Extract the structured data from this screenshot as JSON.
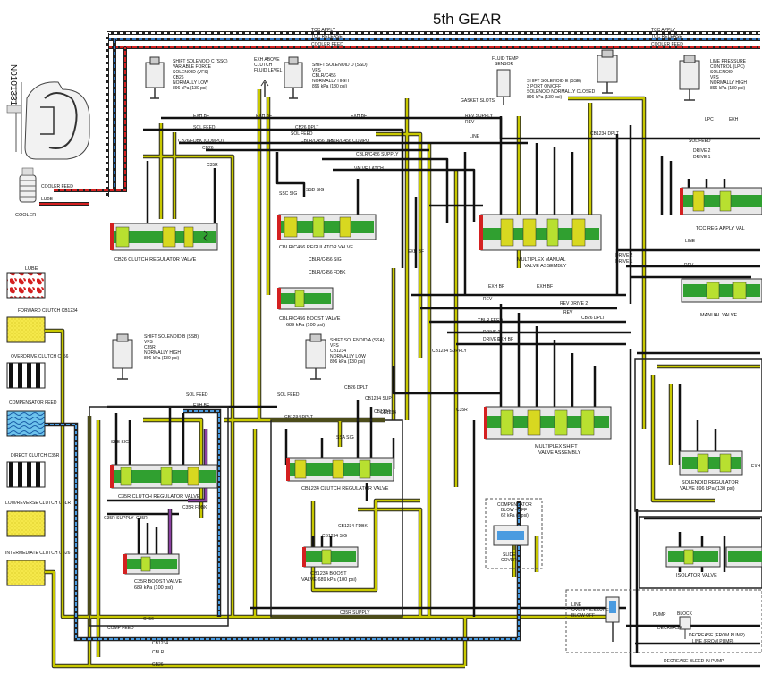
{
  "diagram_id": "N0101331",
  "title": "5th GEAR",
  "colors": {
    "line": "#222222",
    "yellow_oil": "#c8c800",
    "dark_yellow_oil": "#8a8a1a",
    "red_oil": "#d42020",
    "blue_oil": "#2f74c0",
    "purple_oil": "#8a3fa0",
    "green_valve": "#30a030",
    "lime_valve": "#b8e030",
    "valve_body": "#e8e8e8"
  },
  "top_lines": [
    "TCC APPLY",
    "TCC RELEASE",
    "COOLER FEED",
    "TCC APPLY",
    "TCC RELEASE",
    "COOLER FEED"
  ],
  "legend": {
    "cooler": "COOLER",
    "cooler_feed": "COOLER FEED",
    "lube_line": "LUBE",
    "lube": "LUBE",
    "forward": "FORWARD CLUTCH CB1234",
    "overdrive": "OVERDRIVE CLUTCH C456",
    "compensator": "COMPENSATOR FEED",
    "direct": "DIRECT CLUTCH C35R",
    "low_reverse": "LOW/REVERSE CLUTCH CBLR",
    "intermediate": "INTERMEDIATE CLUTCH CB26"
  },
  "solenoids": {
    "ssc": [
      "SHIFT SOLENOID C (SSC)",
      "VARIABLE FORCE",
      "SOLENOID (VFS)",
      "CB26",
      "NORMALLY LOW",
      "896 kPa (130 psi)"
    ],
    "exh_above": [
      "EXH ABOVE",
      "CLUTCH",
      "FLUID LEVEL"
    ],
    "ssd": [
      "SHIFT SOLENOID D (SSD)",
      "VFS",
      "CBLR/C456",
      "NORMALLY HIGH",
      "896 kPa (130 psi)"
    ],
    "fluid_temp": [
      "FLUID TEMP",
      "SENSOR"
    ],
    "sse": [
      "SHIFT SOLENOID E (SSE)",
      "3 PORT ON/OFF",
      "SOLENOID NORMALLY CLOSED",
      "896 kPa (130 psi)"
    ],
    "gasket": "GASKET SLOTS",
    "lpc": [
      "LINE PRESSURE",
      "CONTROL (LPC)",
      "SOLENOID",
      "VFS",
      "NORMALLY HIGH",
      "896 kPa (130 psi)"
    ],
    "ssb": [
      "SHIFT SOLENOID B (SSB)",
      "VFS",
      "C35R",
      "NORMALLY HIGH",
      "896 kPa (130 psi)"
    ],
    "ssa": [
      "SHIFT SOLENOID A (SSA)",
      "VFS",
      "CB1234",
      "NORMALLY LOW",
      "896 kPa (130 psi)"
    ]
  },
  "valves": {
    "cb26": "CB26 CLUTCH REGULATOR VALVE",
    "cblr_c456": "CBLR/C456 REGULATOR VALVE",
    "multiplex_manual": [
      "MULTIPLEX MANUAL",
      "VALVE ASSEMBLY"
    ],
    "tcc_reg": "TCC REG APPLY VAL",
    "manual": "MANUAL VALVE",
    "cblr_boost": [
      "CBLR/C456 BOOST VALVE",
      "689 kPa (100 psi)"
    ],
    "multiplex_shift": [
      "MULTIPLEX SHIFT",
      "VALVE ASSEMBLY"
    ],
    "c35r_reg": "C35R CLUTCH REGULATOR VALVE",
    "cb1234_reg": "CB1234 CLUTCH REGULATOR VALVE",
    "c35r_boost": [
      "C35R BOOST VALVE",
      "689 kPa (100 psi)"
    ],
    "cb1234_boost": [
      "CB1234 BOOST",
      "VALVE 689 kPa (100 psi)"
    ],
    "solenoid_reg": [
      "SOLENOID REGULATOR",
      "VALVE 896 kPa (130 psi)"
    ],
    "isolator": "ISOLATOR VALVE",
    "compensator_blowoff": [
      "COMPENSATOR",
      "BLOW - OFF",
      "62 kPa (9 psi)"
    ],
    "slide_cover": [
      "SLIDE",
      "COVER"
    ],
    "line_overpressure": [
      "LINE",
      "OVERPRESSURE",
      "BLOW OFF"
    ],
    "decrease_bleed": "DECREASE BLEED IN PUMP"
  },
  "line_labels": [
    "EXH BF",
    "SOL FEED",
    "CB26/FDBK (COMPO)",
    "CB26",
    "EXH BF",
    "CB26 DPLT",
    "SOL FEED",
    "EXH BF",
    "CBLR/C456 DPLT",
    "CBLR/C456 COMPO",
    "REV SUPPLY",
    "REV",
    "LINE",
    "CB1234 DPLT",
    "SOL FEED",
    "DRIVE 2",
    "DRIVE 1",
    "LPC",
    "EXH",
    "CBLR/C456 SUPPLY",
    "VALVE LATCH",
    "SSD SIG",
    "SSC SIG",
    "CBLR/C456 SIG",
    "CBLR/C456 FDBK",
    "EXH BF",
    "REV",
    "EXH BF",
    "DRIVE 2",
    "DRIVE 1",
    "REV",
    "CBLR FEED",
    "CB1234 SUPPLY",
    "CB26 DPLT",
    "C35R",
    "CB1234",
    "SOL FEED",
    "SOL FEED",
    "EXH BF",
    "CB1234 DPLT",
    "CB1234 SUP",
    "CB1234",
    "SSB SIG",
    "SSA SIG",
    "C35R SUPPLY",
    "C35R",
    "C35R FDBK",
    "CB1234 FDBK",
    "CB1234 SIG",
    "C456",
    "COMP FEED",
    "C35R SUPPLY",
    "CB1234",
    "CBLR",
    "CB26",
    "PUMP",
    "DECREASE",
    "LINE (FROM PUMP)",
    "DECREASE (FROM PUMP)",
    "BLOCK",
    "EXH",
    "DRIVE 2",
    "DRIVE 1",
    "REV",
    "REV DRIVE 2",
    "CB26 DPLT",
    "EXH BF",
    "EXH BF",
    "LINE",
    "C35R"
  ]
}
